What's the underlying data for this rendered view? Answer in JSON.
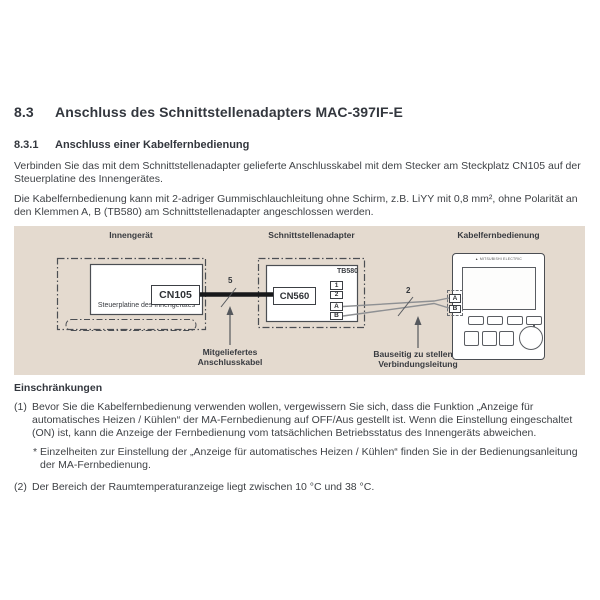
{
  "document": {
    "section": {
      "number": "8.3",
      "title": "Anschluss des Schnittstellenadapters MAC-397IF-E"
    },
    "subsection": {
      "number": "8.3.1",
      "title": "Anschluss einer Kabelfernbedienung"
    },
    "paragraphs": [
      "Verbinden Sie das mit dem Schnittstellenadapter gelieferte Anschlusskabel mit dem Stecker am Steckplatz CN105 auf der Steuerplatine des Innengerätes.",
      "Die Kabelfernbedienung kann mit 2-adriger Gummischlauchleitung ohne Schirm, z.B. LiYY mit 0,8 mm², ohne Polarität an den Klemmen A, B (TB580) am Schnittstellenadapter angeschlossen werden."
    ]
  },
  "diagram": {
    "background_color": "#e4dacf",
    "indoor_unit": {
      "label": "Innengerät",
      "board_label": "Steuerplatine des Innengerätes",
      "connector": "CN105"
    },
    "adapter": {
      "label": "Schnittstellenadapter",
      "connector": "CN560",
      "terminal_block": "TB580",
      "terminals": [
        "1",
        "2",
        "A",
        "B"
      ]
    },
    "remote": {
      "label": "Kabelfernbedienung",
      "terminals": [
        "A",
        "B"
      ],
      "logo": "MITSUBISHI ELECTRIC"
    },
    "supplied_cable": {
      "wire_count": "5",
      "caption": "Mitgeliefertes Anschlusskabel"
    },
    "field_cable": {
      "wire_count": "2",
      "caption": "Bauseitig zu stellende Verbindungsleitung"
    }
  },
  "restrictions": {
    "title": "Einschränkungen",
    "items": [
      {
        "marker": "(1)",
        "text": "Bevor Sie die Kabelfernbedienung verwenden wollen, vergewissern Sie sich, dass die Funktion „Anzeige für automatisches Heizen / Kühlen“ der MA-Fernbedienung auf OFF/Aus gestellt ist. Wenn die Einstellung eingeschaltet (ON) ist, kann die Anzeige der Fernbedienung vom tatsächlichen Betriebsstatus des Innengeräts abweichen."
      },
      {
        "marker": "*",
        "text": "Einzelheiten zur Einstellung der „Anzeige für automatisches Heizen / Kühlen“ finden Sie in der Bedienungsanleitung der MA-Fernbedienung."
      },
      {
        "marker": "(2)",
        "text": "Der Bereich der Raumtemperaturanzeige liegt zwischen 10 °C und 38 °C."
      }
    ]
  }
}
